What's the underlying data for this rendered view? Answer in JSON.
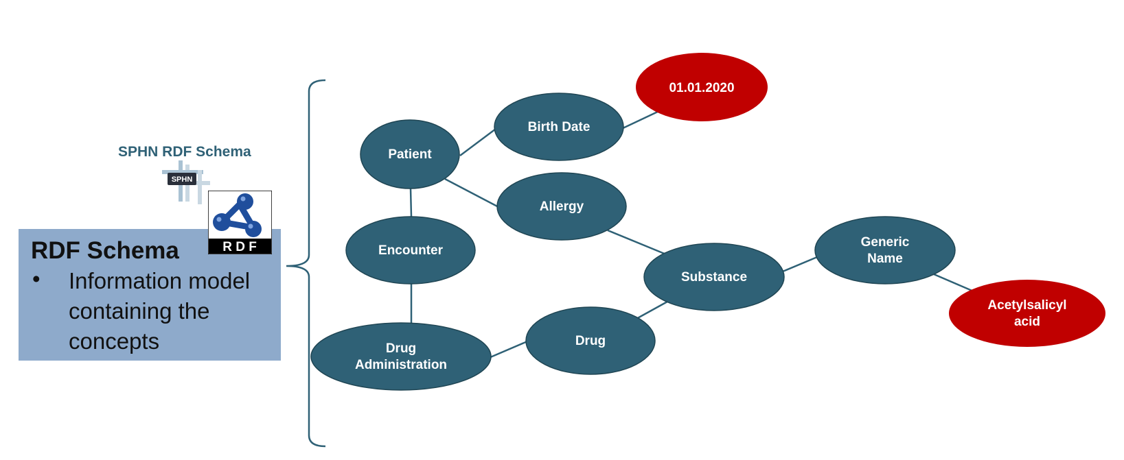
{
  "logo": {
    "title": "SPHN RDF Schema",
    "sphn_badge": "SPHN",
    "rdf_letters": "R D F"
  },
  "panel": {
    "heading": "RDF Schema",
    "bullet_symbol": "•",
    "bullet_text": "Information model containing the concepts"
  },
  "nodes": {
    "birth_date_value": "01.01.2020",
    "birth_date": "Birth Date",
    "patient": "Patient",
    "allergy": "Allergy",
    "encounter": "Encounter",
    "substance": "Substance",
    "generic_name_line1": "Generic",
    "generic_name_line2": "Name",
    "acetylsalicyl_line1": "Acetylsalicyl",
    "acetylsalicyl_line2": "acid",
    "drug": "Drug",
    "drug_administration_line1": "Drug",
    "drug_administration_line2": "Administration"
  },
  "colors": {
    "concept_node": "#2f6176",
    "value_node": "#c00000",
    "edge": "#2f6176",
    "panel": "#8eaacb",
    "logo_title": "#2f6176"
  }
}
